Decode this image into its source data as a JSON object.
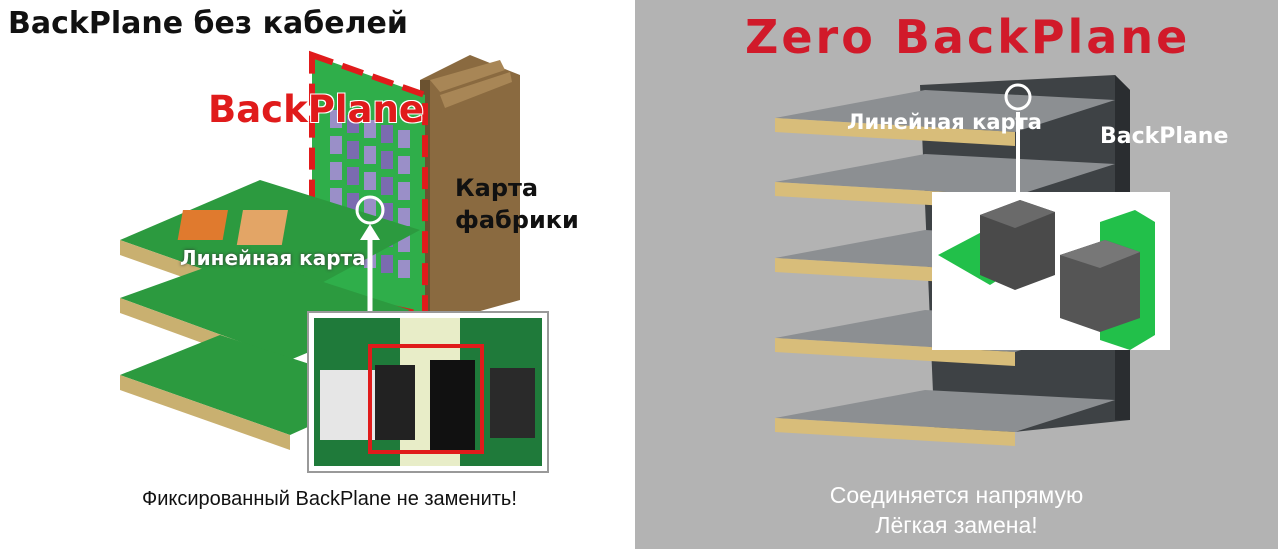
{
  "left": {
    "title": "BackPlane без кабелей",
    "backplane_label": "BackPlane",
    "fabric_card_label_line1": "Карта",
    "fabric_card_label_line2": "фабрики",
    "line_card_label": "Линейная карта",
    "caption": "Фиксированный BackPlane не заменить!"
  },
  "right": {
    "title": "Zero BackPlane",
    "line_card_label": "Линейная карта",
    "backplane_label": "BackPlane",
    "caption_line1": "Соединяется напрямую",
    "caption_line2": "Лёгкая замена!"
  },
  "colors": {
    "accent_red": "#e01b1b",
    "right_title_red": "#d11a2a",
    "pcb_green": "#2fae4a",
    "right_background": "#b3b3b3",
    "chassis_brown": "#8a6a40"
  }
}
